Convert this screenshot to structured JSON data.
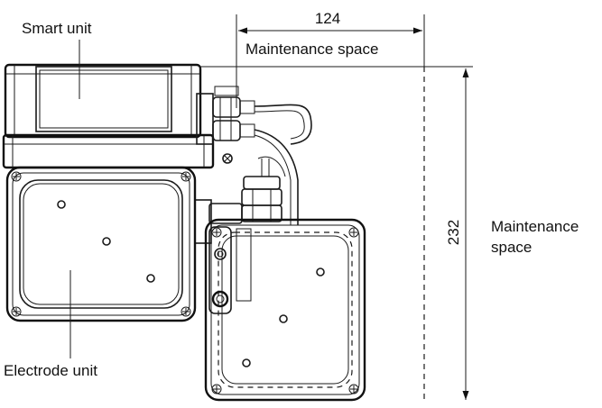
{
  "labels": {
    "smart_unit": "Smart unit",
    "electrode_unit": "Electrode unit",
    "maintenance_top": "Maintenance space",
    "maintenance_right_line1": "Maintenance",
    "maintenance_right_line2": "space"
  },
  "dimensions": {
    "width": "124",
    "height": "232"
  }
}
